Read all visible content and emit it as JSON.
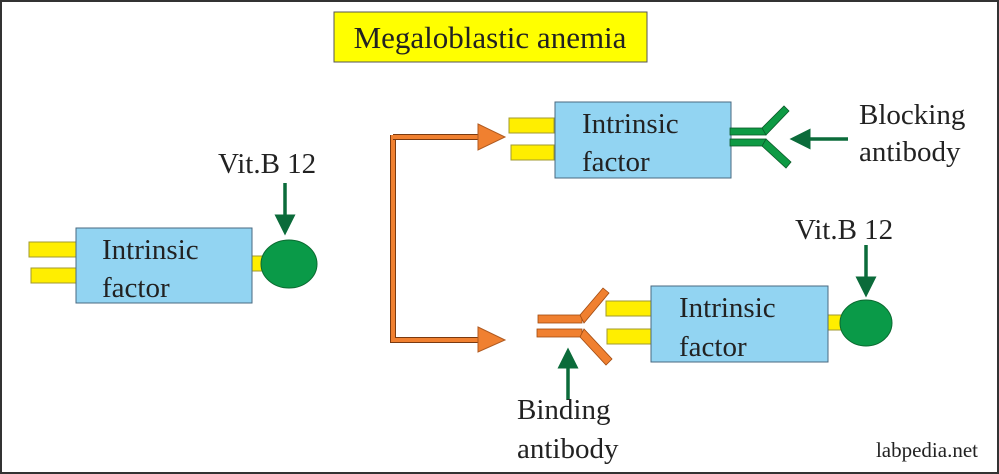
{
  "title": "Megaloblastic anemia",
  "colors": {
    "title_bg": "#ffff00",
    "intrinsic_factor": "#92d4f2",
    "receptor_stub": "#ffee00",
    "vitamin_b12": "#0a9a48",
    "blocking_antibody": "#0e9a44",
    "binding_antibody": "#f08030",
    "flow_arrow": "#f08030",
    "pointer_arrow": "#0b6b3a"
  },
  "left_complex": {
    "label_line1": "Intrinsic",
    "label_line2": "factor",
    "vitamin_label": "Vit.B 12"
  },
  "top_complex": {
    "label_line1": "Intrinsic",
    "label_line2": "factor",
    "antibody_label_line1": "Blocking",
    "antibody_label_line2": "antibody"
  },
  "bottom_complex": {
    "label_line1": "Intrinsic",
    "label_line2": "factor",
    "vitamin_label": "Vit.B 12",
    "antibody_label_line1": "Binding",
    "antibody_label_line2": "antibody"
  },
  "watermark": "labpedia.net"
}
